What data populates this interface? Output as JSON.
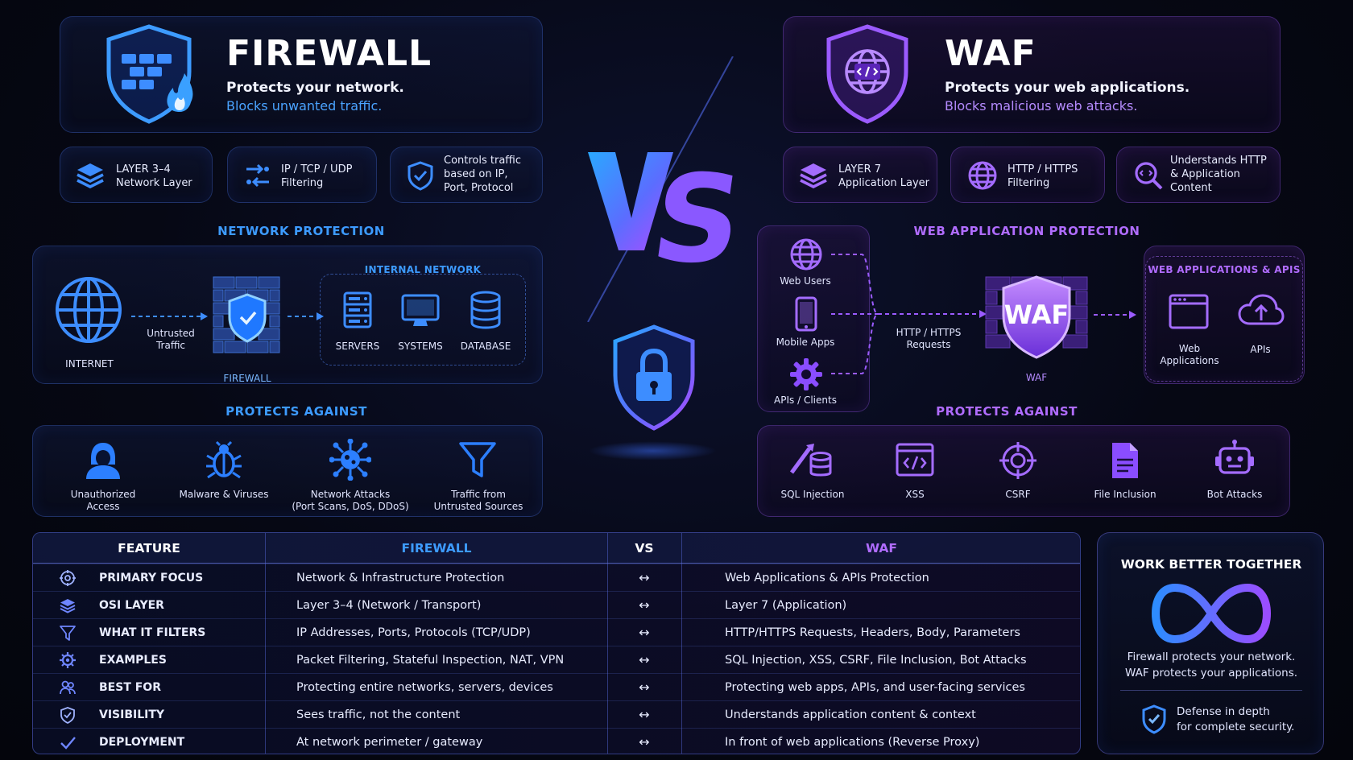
{
  "firewall": {
    "title": "FIREWALL",
    "tagline": "Protects your network.",
    "tagline2": "Blocks unwanted traffic.",
    "chips": [
      {
        "line1": "LAYER 3–4",
        "line2": "Network Layer"
      },
      {
        "line1": "IP / TCP / UDP",
        "line2": "Filtering"
      },
      {
        "line1": "Controls traffic",
        "line2": "based on IP,",
        "line3": "Port, Protocol"
      }
    ],
    "section_title": "NETWORK PROTECTION",
    "internet_label": "INTERNET",
    "untrusted_line1": "Untrusted",
    "untrusted_line2": "Traffic",
    "firewall_label": "FIREWALL",
    "internal_network": "INTERNAL NETWORK",
    "internal_items": [
      "SERVERS",
      "SYSTEMS",
      "DATABASE"
    ],
    "protects_title": "PROTECTS AGAINST",
    "threats": [
      {
        "l1": "Unauthorized",
        "l2": "Access"
      },
      {
        "l1": "Malware & Viruses",
        "l2": ""
      },
      {
        "l1": "Network Attacks",
        "l2": "(Port Scans, DoS, DDoS)"
      },
      {
        "l1": "Traffic from",
        "l2": "Untrusted Sources"
      }
    ]
  },
  "waf": {
    "title": "WAF",
    "tagline": "Protects your web applications.",
    "tagline2": "Blocks malicious web attacks.",
    "chips": [
      {
        "line1": "LAYER 7",
        "line2": "Application Layer"
      },
      {
        "line1": "HTTP / HTTPS",
        "line2": "Filtering"
      },
      {
        "line1": "Understands HTTP",
        "line2": "& Application",
        "line3": "Content"
      }
    ],
    "section_title": "WEB APPLICATION PROTECTION",
    "sources": [
      "Web Users",
      "Mobile Apps",
      "APIs / Clients"
    ],
    "requests_line1": "HTTP / HTTPS",
    "requests_line2": "Requests",
    "waf_badge": "WAF",
    "waf_label": "WAF",
    "apps_title": "WEB APPLICATIONS & APIS",
    "app_items": [
      {
        "l1": "Web",
        "l2": "Applications"
      },
      {
        "l1": "APIs",
        "l2": ""
      }
    ],
    "protects_title": "PROTECTS AGAINST",
    "threats": [
      "SQL Injection",
      "XSS",
      "CSRF",
      "File Inclusion",
      "Bot Attacks"
    ]
  },
  "vs": {
    "text_v": "V",
    "text_s": "S"
  },
  "table": {
    "headers": [
      "FEATURE",
      "FIREWALL",
      "VS",
      "WAF"
    ],
    "rows": [
      {
        "feature": "PRIMARY FOCUS",
        "firewall": "Network & Infrastructure Protection",
        "vs": "↔",
        "waf": "Web Applications & APIs Protection",
        "icon": "target-icon"
      },
      {
        "feature": "OSI LAYER",
        "firewall": "Layer 3–4 (Network / Transport)",
        "vs": "↔",
        "waf": "Layer 7 (Application)",
        "icon": "layers-icon"
      },
      {
        "feature": "WHAT IT FILTERS",
        "firewall": "IP Addresses, Ports, Protocols (TCP/UDP)",
        "vs": "↔",
        "waf": "HTTP/HTTPS Requests, Headers, Body, Parameters",
        "icon": "filter-icon"
      },
      {
        "feature": "EXAMPLES",
        "firewall": "Packet Filtering, Stateful Inspection, NAT, VPN",
        "vs": "↔",
        "waf": "SQL Injection, XSS, CSRF, File Inclusion, Bot Attacks",
        "icon": "gear-icon"
      },
      {
        "feature": "BEST FOR",
        "firewall": "Protecting entire networks, servers, devices",
        "vs": "↔",
        "waf": "Protecting web apps, APIs, and user-facing services",
        "icon": "users-icon"
      },
      {
        "feature": "VISIBILITY",
        "firewall": "Sees traffic, not the content",
        "vs": "↔",
        "waf": "Understands application content & context",
        "icon": "shield-check-icon"
      },
      {
        "feature": "DEPLOYMENT",
        "firewall": "At network perimeter / gateway",
        "vs": "↔",
        "waf": "In front of web applications (Reverse Proxy)",
        "icon": "check-icon"
      }
    ]
  },
  "together": {
    "title": "WORK BETTER TOGETHER",
    "line1": "Firewall protects your network.",
    "line2": "WAF protects your applications.",
    "defense1": "Defense in depth",
    "defense2": "for complete security."
  },
  "colors": {
    "blue": "#3d9bff",
    "purple": "#b06cff",
    "bg": "#060814"
  }
}
